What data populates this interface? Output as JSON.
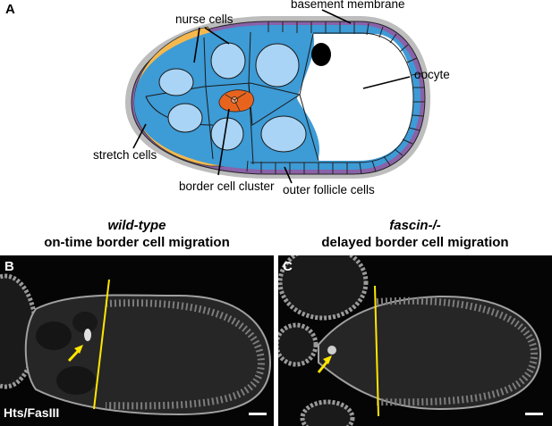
{
  "panel_a": {
    "letter": "A",
    "labels": {
      "nurse_cells": "nurse cells",
      "basement_membrane": "basement membrane",
      "oocyte": "oocyte",
      "stretch_cells": "stretch cells",
      "border_cell_cluster": "border cell cluster",
      "outer_follicle_cells": "outer follicle cells"
    },
    "colors": {
      "nurse_cell": "#3d9bd6",
      "nucleus": "#a9d4f5",
      "stretch_cell": "#f5b84e",
      "follicle_cell": "#8a62a8",
      "border_cell": "#e8641e",
      "membrane_halo": "#bdbdbd",
      "oocyte": "#ffffff",
      "oocyte_nucleus": "#000000"
    }
  },
  "panel_b": {
    "letter": "B",
    "title": "wild-type",
    "subtitle": "on-time border cell migration",
    "stain": "Hts/FasIII"
  },
  "panel_c": {
    "letter": "C",
    "title": "fascin-/-",
    "subtitle": "delayed border cell migration"
  },
  "accent": {
    "marker_line": "#ffe600",
    "arrow": "#ffe600"
  }
}
